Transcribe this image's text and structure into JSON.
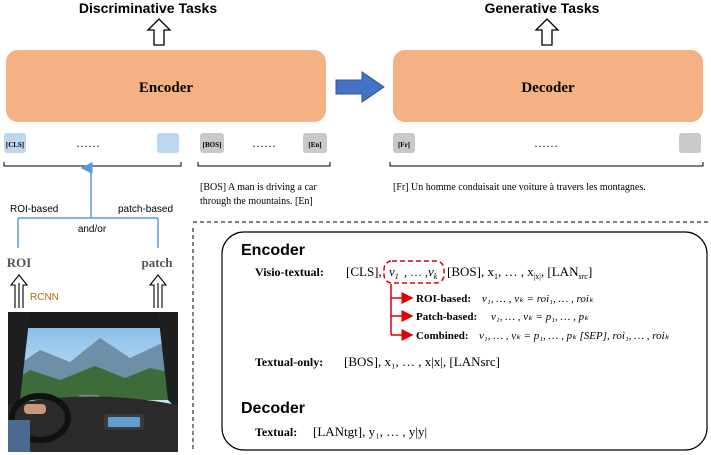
{
  "top": {
    "discriminative_title": "Discriminative Tasks",
    "generative_title": "Generative Tasks",
    "encoder_label": "Encoder",
    "decoder_label": "Decoder"
  },
  "tokens": {
    "cls": "[CLS]",
    "bos": "[BOS]",
    "en": "[En]",
    "fr": "[Fr]",
    "dots": "……"
  },
  "captions": {
    "en_line1": "[BOS] A man is driving a car",
    "en_line2": "through the mountains. [En]",
    "fr_line": "[Fr] Un homme conduisait une voiture à travers les montagnes."
  },
  "visual_branch": {
    "roi_based": "ROI-based",
    "patch_based": "patch-based",
    "and_or": "and/or",
    "roi": "ROI",
    "patch": "patch",
    "rcnn": "RCNN"
  },
  "panel": {
    "encoder_heading": "Encoder",
    "decoder_heading": "Decoder",
    "visio_label": "Visio-textual:",
    "visio_cls": "[CLS],",
    "visio_v": "v",
    "visio_sub1": "1",
    "visio_mid": ", … ,",
    "visio_subk": "k",
    "visio_tail": "[BOS], x",
    "visio_x1": "1",
    "visio_tail2": ", … , x",
    "visio_xabs": "|x|",
    "visio_lan": ", [LAN",
    "visio_src": "src",
    "visio_close": "]",
    "roi_label": "ROI-based:",
    "roi_expr": "v₁, … , vₖ = roi₁, … , roiₖ",
    "patch_label": "Patch-based:",
    "patch_expr": "v₁, … , vₖ = p₁, … , pₖ",
    "combined_label": "Combined:",
    "combined_expr": "v₁, … , vₖ = p₁, … , pₖ [SEP], roi₁, … , roiₖ",
    "textonly_label": "Textual-only:",
    "textonly_expr": "[BOS], x₁, … , x|x|, [LANsrc]",
    "dec_label": "Textual:",
    "dec_expr": "[LANtgt], y₁, … , y|y|"
  },
  "colors": {
    "block_fill": "#F4B183",
    "token_blue": "#BDD7EE",
    "token_gray": "#C9C9C9",
    "arrow_blue": "#4472C4",
    "red": "#E00000",
    "rcnn": "#B06A1A"
  }
}
